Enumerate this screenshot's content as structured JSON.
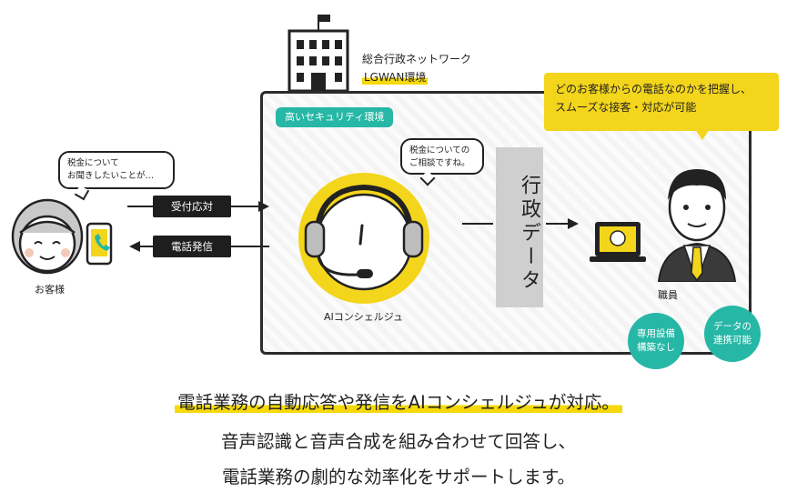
{
  "network": {
    "title": "総合行政ネットワーク",
    "lgwan": "LGWAN環境",
    "security_label": "高いセキュリティ環境"
  },
  "callout_staff": {
    "line1": "どのお客様からの電話なのかを把握し、",
    "line2": "スムーズな接客・対応が可能"
  },
  "customer": {
    "bubble_line1": "税金について",
    "bubble_line2": "お聞きしたいことが…",
    "label": "お客様"
  },
  "flow": {
    "reception": "受付応対",
    "call": "電話発信"
  },
  "ai": {
    "bubble_line1": "税金についての",
    "bubble_line2": "ご相談ですね。",
    "label": "AIコンシェルジュ"
  },
  "admin_data": "行政データ",
  "staff": {
    "label": "職員"
  },
  "badges": [
    {
      "text": "専用設備\n構築なし"
    },
    {
      "text": "データの\n連携可能"
    }
  ],
  "caption": {
    "line1": "電話業務の自動応答や発信をAIコンシェルジュが対応。",
    "line2": "音声認識と音声合成を組み合わせて回答し、",
    "line3": "電話業務の劇的な効率化をサポートします。"
  },
  "colors": {
    "accent_yellow": "#f3d51b",
    "accent_teal": "#27b7a6",
    "dark": "#1e1e1e"
  }
}
